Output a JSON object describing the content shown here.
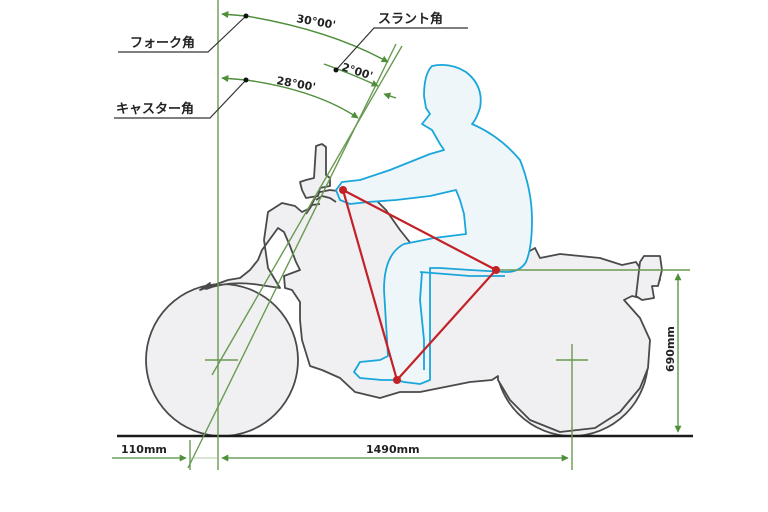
{
  "title": "Motorcycle riding posture and geometry diagram",
  "colors": {
    "background": "#ffffff",
    "dimension_green": "#6a9a52",
    "arrow_green": "#4f8f3a",
    "bike_outline": "#4a4a4a",
    "bike_fill": "#f0eff1",
    "rider_outline": "#19a6db",
    "rider_fill": "#eef6fa",
    "triangle_red": "#c42127",
    "ground": "#1a1a1a",
    "text": "#222222"
  },
  "labels": {
    "fork_angle": "フォーク角",
    "caster_angle": "キャスター角",
    "slant_angle": "スラント角"
  },
  "angles": {
    "fork": "30°00'",
    "caster": "28°00'",
    "slant": "2°00'"
  },
  "dimensions": {
    "trail": "110mm",
    "wheelbase": "1490mm",
    "seat_height": "690mm"
  },
  "values": {
    "fork_angle_deg": 30,
    "caster_angle_deg": 28,
    "slant_angle_deg": 2,
    "trail_mm": 110,
    "wheelbase_mm": 1490,
    "seat_height_mm": 690
  },
  "ergonomic_triangle": {
    "points": [
      "handlebar-grip",
      "seat",
      "footpeg"
    ]
  }
}
